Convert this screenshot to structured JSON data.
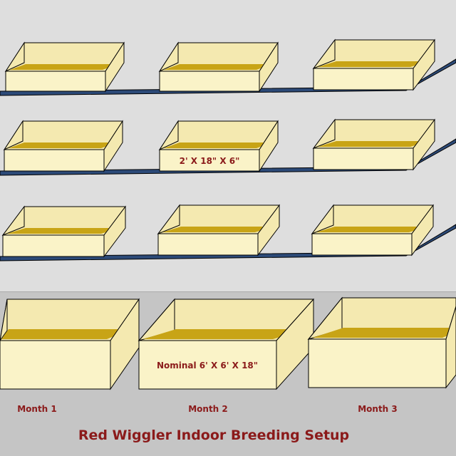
{
  "title": "Red Wiggler Indoor Breeding Setup",
  "small_bin_label": "2' X 18\" X 6\"",
  "large_bin_label": "Nominal 6' X 6' X 18\"",
  "months": [
    "Month 1",
    "Month 2",
    "Month 3"
  ],
  "colors": {
    "wall": "#dedede",
    "floor": "#c5c5c5",
    "shelf": "#2c4a78",
    "bin_front": "#faf3c8",
    "bin_side": "#f4e9b0",
    "bedding": "#c8a416",
    "label_text": "#8b1a1a",
    "outline": "#000000"
  }
}
